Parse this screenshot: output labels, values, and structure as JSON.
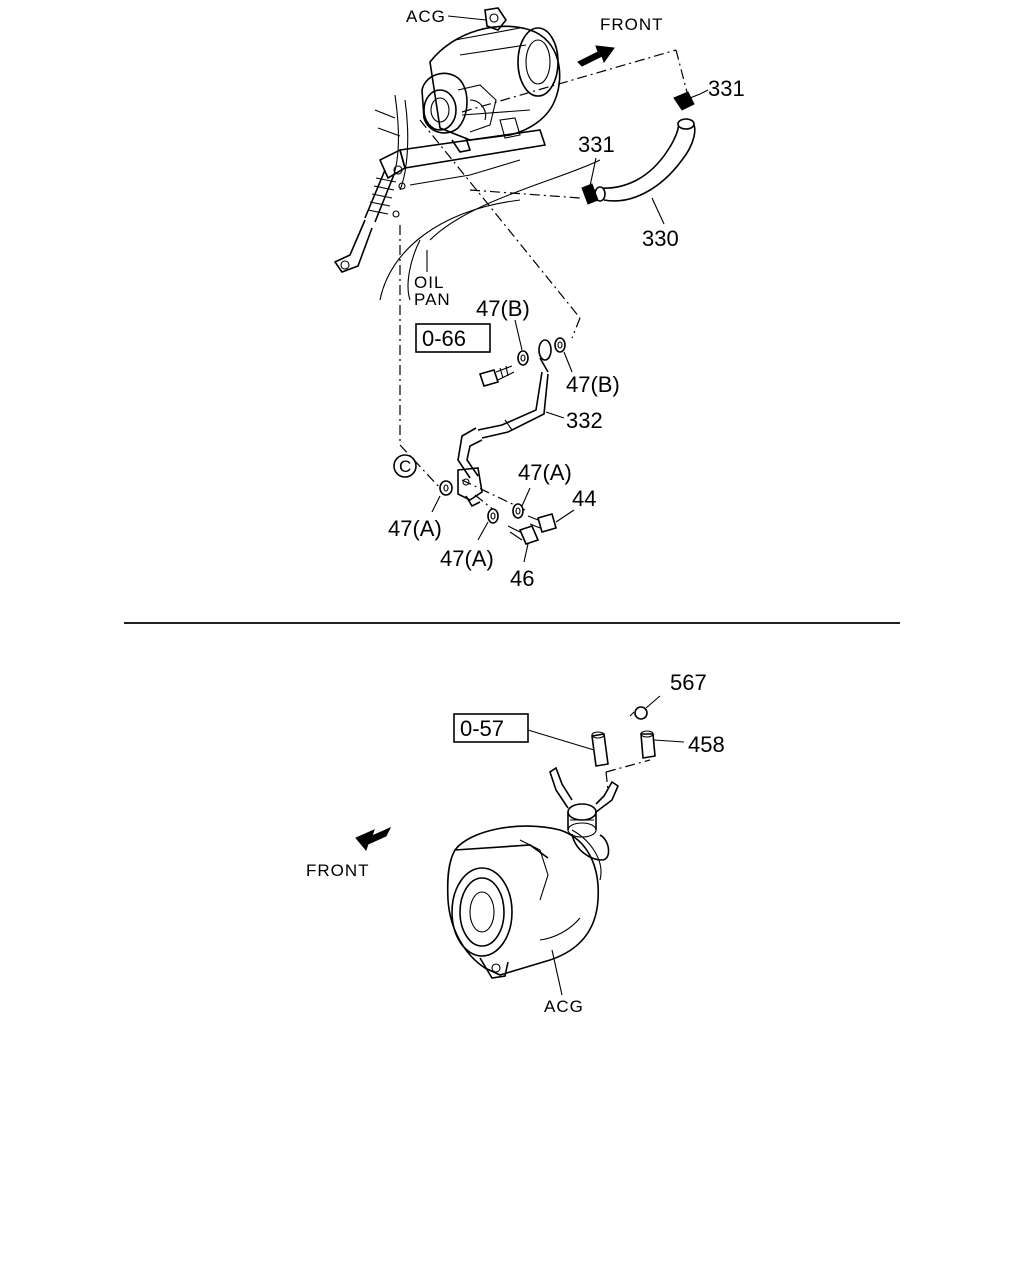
{
  "top_diagram": {
    "labels": {
      "acg": "ACG",
      "front": "FRONT",
      "part_331_a": "331",
      "part_331_b": "331",
      "part_330": "330",
      "oil_pan_line1": "OIL",
      "oil_pan_line2": "PAN",
      "ref_0_66": "0-66",
      "part_47b_a": "47(B)",
      "part_47b_b": "47(B)",
      "part_332": "332",
      "circle_c": "C",
      "part_47a_a": "47(A)",
      "part_44": "44",
      "part_47a_b": "47(A)",
      "part_47a_c": "47(A)",
      "part_46": "46"
    }
  },
  "bottom_diagram": {
    "labels": {
      "part_567": "567",
      "ref_0_57": "0-57",
      "part_458": "458",
      "front": "FRONT",
      "acg": "ACG"
    }
  },
  "icons": {
    "front_arrow_top": "arrow-right-icon",
    "front_arrow_bottom": "arrow-left-icon"
  }
}
